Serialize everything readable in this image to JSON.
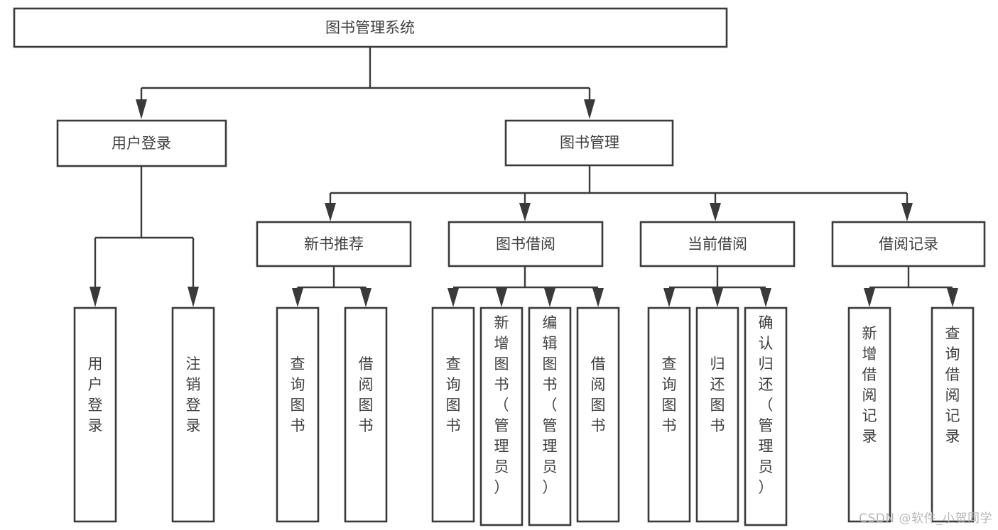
{
  "diagram": {
    "title": "图书管理系统",
    "type": "hierarchy-tree",
    "watermark": "CSDN @软件_小贺同学",
    "colors": {
      "stroke": "#3a3a3a",
      "text": "#3f3f3f",
      "background": "#ffffff",
      "watermark": "#b8b8b8"
    },
    "root": {
      "label": "图书管理系统",
      "orientation": "horizontal"
    },
    "level2": [
      {
        "label": "用户登录",
        "orientation": "horizontal"
      },
      {
        "label": "图书管理",
        "orientation": "horizontal"
      }
    ],
    "level3": [
      {
        "label": "新书推荐",
        "orientation": "horizontal"
      },
      {
        "label": "图书借阅",
        "orientation": "horizontal"
      },
      {
        "label": "当前借阅",
        "orientation": "horizontal"
      },
      {
        "label": "借阅记录",
        "orientation": "horizontal"
      }
    ],
    "leaves": {
      "user_login": [
        {
          "label": "用户登录",
          "orientation": "vertical"
        },
        {
          "label": "注销登录",
          "orientation": "vertical"
        }
      ],
      "new_book_recommend": [
        {
          "label": "查询图书",
          "orientation": "vertical"
        },
        {
          "label": "借阅图书",
          "orientation": "vertical"
        }
      ],
      "book_borrow": [
        {
          "label": "查询图书",
          "orientation": "vertical"
        },
        {
          "label": "新增图书（管理员）",
          "orientation": "vertical"
        },
        {
          "label": "编辑图书（管理员）",
          "orientation": "vertical"
        },
        {
          "label": "借阅图书",
          "orientation": "vertical"
        }
      ],
      "current_borrow": [
        {
          "label": "查询图书",
          "orientation": "vertical"
        },
        {
          "label": "归还图书",
          "orientation": "vertical"
        },
        {
          "label": "确认归还（管理员）",
          "orientation": "vertical"
        }
      ],
      "borrow_record": [
        {
          "label": "新增借阅记录",
          "orientation": "vertical"
        },
        {
          "label": "查询借阅记录",
          "orientation": "vertical"
        }
      ]
    }
  }
}
